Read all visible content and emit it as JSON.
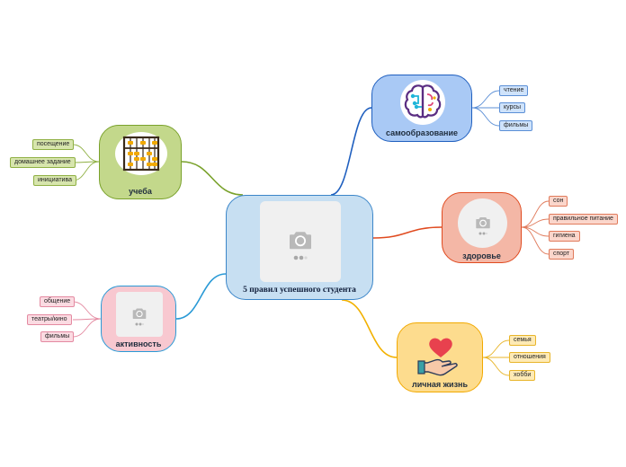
{
  "central": {
    "title": "5 правил успешного студента"
  },
  "branches": [
    {
      "label": "самообразование",
      "colors": {
        "fill": "#a9c9f5",
        "stroke": "#1f5fbf",
        "line": "#1f5fbf",
        "leaf": "#cfe3fb",
        "leafStroke": "#5b8fd6"
      },
      "icon": "brain-icon",
      "leaves": [
        "чтение",
        "курсы",
        "фильмы"
      ]
    },
    {
      "label": "здоровье",
      "colors": {
        "fill": "#f4b7a6",
        "stroke": "#e04a1f",
        "line": "#e04a1f",
        "leaf": "#fbd6cb",
        "leafStroke": "#e07b5c"
      },
      "icon": "image-placeholder-icon",
      "leaves": [
        "сон",
        "правильное питание",
        "гигиена",
        "спорт"
      ]
    },
    {
      "label": "личная жизнь",
      "colors": {
        "fill": "#fddc8e",
        "stroke": "#f2a900",
        "line": "#f2b100",
        "leaf": "#feeab5",
        "leafStroke": "#e8b52a"
      },
      "icon": "heart-hand-icon",
      "leaves": [
        "семья",
        "отношения",
        "хобби"
      ]
    },
    {
      "label": "учеба",
      "colors": {
        "fill": "#c3d88b",
        "stroke": "#7aa22c",
        "line": "#7aa22c",
        "leaf": "#d7e5ad",
        "leafStroke": "#8fb043"
      },
      "icon": "abacus-icon",
      "leaves": [
        "посещение",
        "домашнее задание",
        "инициатива"
      ]
    },
    {
      "label": "активность",
      "colors": {
        "fill": "#f8c8d0",
        "stroke": "#2a9ad6",
        "line": "#2a9ad6",
        "leaf": "#fbdbe2",
        "leafStroke": "#e48aa1"
      },
      "icon": "image-placeholder-icon",
      "leaves": [
        "общение",
        "театры/кино",
        "фильмы"
      ]
    }
  ]
}
